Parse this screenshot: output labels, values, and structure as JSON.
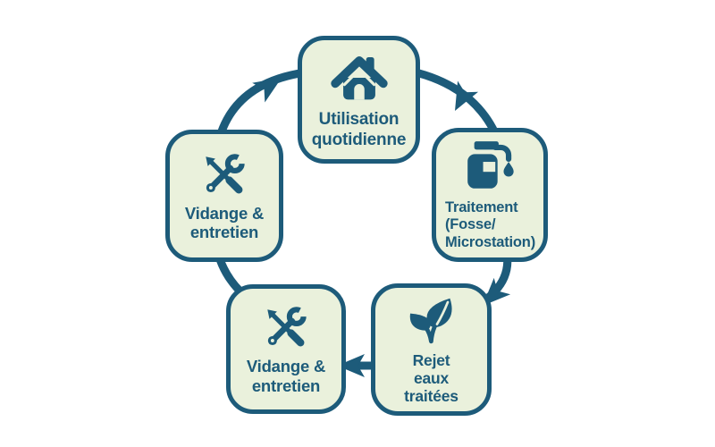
{
  "diagram": {
    "type": "cycle",
    "flow_direction": "clockwise",
    "colors": {
      "background": "#ffffff",
      "node_fill": "#eaf1dc",
      "line_and_text": "#1d5b7a"
    },
    "sequence": [
      "vidange-entretien-left",
      "utilisation-quotidienne",
      "traitement",
      "rejet-eaux-traitees",
      "vidange-entretien-bottom"
    ]
  },
  "nodes": [
    {
      "name": "utilisation-quotidienne",
      "icon": "house-icon",
      "lines": [
        "Utilisation",
        "quotidienne"
      ]
    },
    {
      "name": "traitement",
      "icon": "tank-faucet-drop-icon",
      "lines": [
        "Traitement",
        "(Fosse/",
        "Microstation)"
      ]
    },
    {
      "name": "rejet-eaux-traitees",
      "icon": "leaf-icon",
      "lines": [
        "Rejet",
        "eaux",
        "traitées"
      ]
    },
    {
      "name": "vidange-entretien-bottom",
      "icon": "wrench-screwdriver-icon",
      "lines": [
        "Vidange &",
        "entretien"
      ]
    },
    {
      "name": "vidange-entretien-left",
      "icon": "wrench-screwdriver-icon",
      "lines": [
        "Vidange &",
        "entretien"
      ]
    }
  ]
}
